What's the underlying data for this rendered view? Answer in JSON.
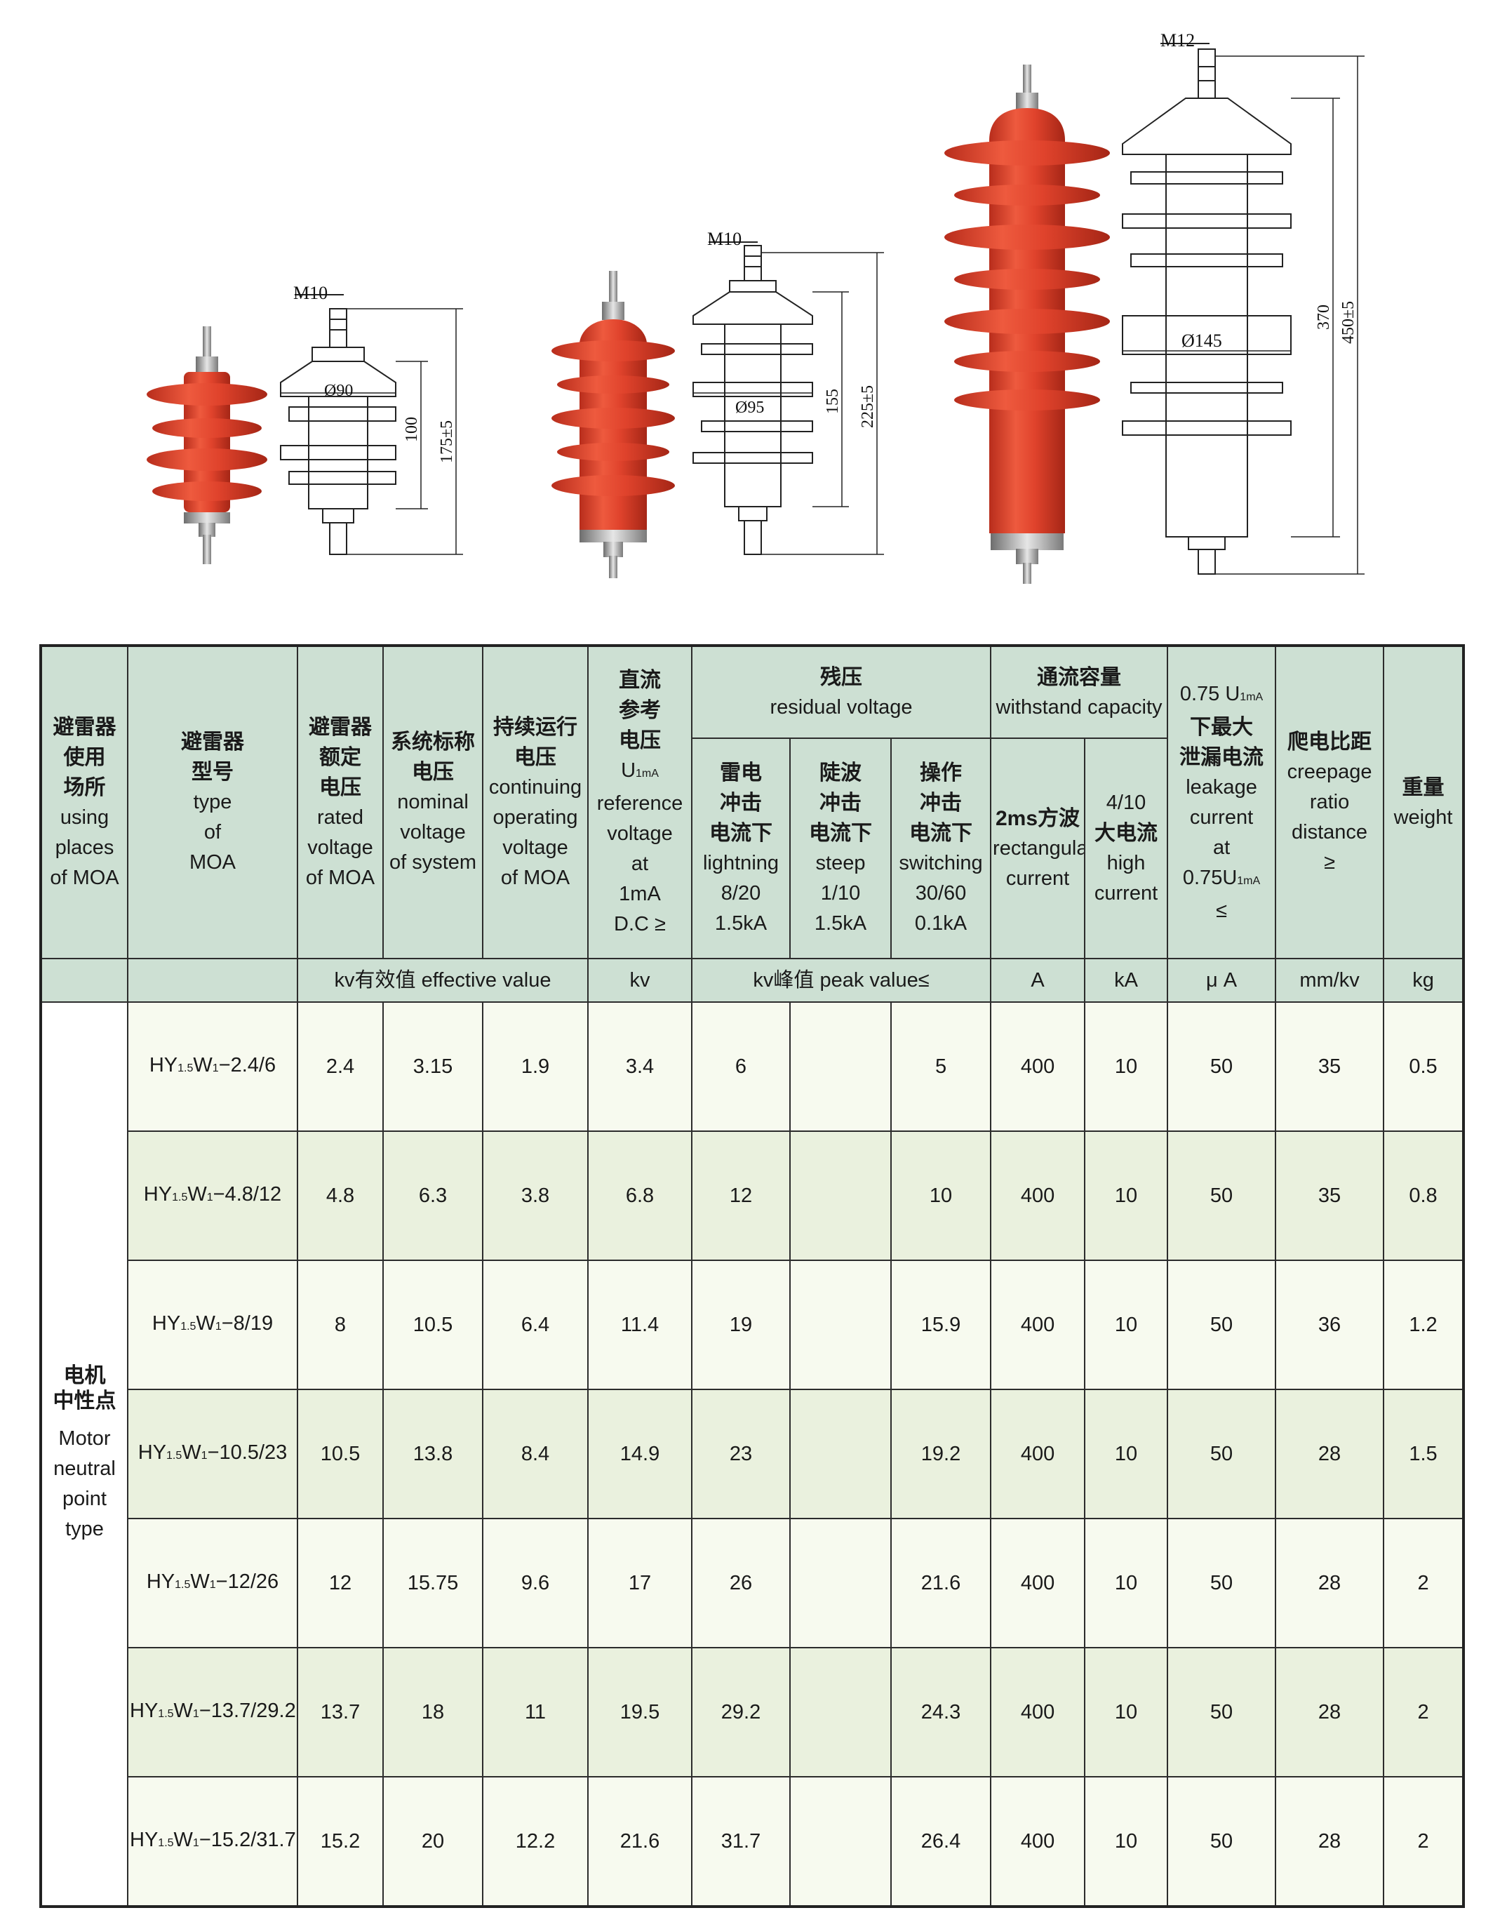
{
  "drawings": [
    {
      "thread": "M10",
      "diameter": "Ø90",
      "shed_height": "100",
      "total_height": "175±5"
    },
    {
      "thread": "M10",
      "diameter": "Ø95",
      "shed_height": "155",
      "total_height": "225±5"
    },
    {
      "thread": "M12",
      "diameter": "Ø145",
      "shed_height": "370",
      "total_height": "450±5"
    }
  ],
  "colors": {
    "arrester_red": "#e0432c",
    "header_bg": "#cde0d3",
    "row_light": "#f7faef",
    "row_dark": "#eaf1de"
  },
  "table": {
    "headers": {
      "place": {
        "cn": "避雷器使用场所",
        "cn_lines": [
          "避雷器",
          "使用",
          "场所"
        ],
        "en_lines": [
          "using",
          "places",
          "of MOA"
        ]
      },
      "type": {
        "cn_lines": [
          "避雷器",
          "型号"
        ],
        "en_lines": [
          "type",
          "of",
          "MOA"
        ]
      },
      "rated": {
        "cn_lines": [
          "避雷器",
          "额定",
          "电压"
        ],
        "en_lines": [
          "rated",
          "voltage",
          "of MOA"
        ]
      },
      "nominal": {
        "cn_lines": [
          "系统标称",
          "电压"
        ],
        "en_lines": [
          "nominal",
          "voltage",
          "of system"
        ]
      },
      "continuing": {
        "cn_lines": [
          "持续运行",
          "电压"
        ],
        "en_lines": [
          "continuing",
          "operating",
          "voltage",
          "of MOA"
        ]
      },
      "dc_ref": {
        "cn_lines": [
          "直流",
          "参考",
          "电压"
        ],
        "en_lines": [
          "U1mA",
          "reference",
          "voltage",
          "at",
          "1mA",
          "D.C ≥"
        ]
      },
      "residual": {
        "cn": "残压",
        "en": "residual voltage"
      },
      "lightning": {
        "cn_lines": [
          "雷电",
          "冲击",
          "电流下"
        ],
        "en_lines": [
          "lightning",
          "8/20",
          "1.5kA"
        ]
      },
      "steep": {
        "cn_lines": [
          "陡波",
          "冲击",
          "电流下"
        ],
        "en_lines": [
          "steep",
          "1/10",
          "1.5kA"
        ]
      },
      "switching": {
        "cn_lines": [
          "操作",
          "冲击",
          "电流下"
        ],
        "en_lines": [
          "switching",
          "30/60",
          "0.1kA"
        ]
      },
      "withstand": {
        "cn": "通流容量",
        "en": "withstand capacity"
      },
      "rect": {
        "cn": "2ms方波",
        "en_lines": [
          "rectangular",
          "current"
        ]
      },
      "high": {
        "en_top": "4/10",
        "cn": "大电流",
        "en_lines": [
          "high",
          "current"
        ]
      },
      "leakage": {
        "top": "0.75 U1mA",
        "cn_lines": [
          "下最大",
          "泄漏电流"
        ],
        "en_lines": [
          "leakage",
          "current",
          "at",
          "0.75U1mA",
          "≤"
        ]
      },
      "creepage": {
        "cn": "爬电比距",
        "en_lines": [
          "creepage",
          "ratio",
          "distance",
          "≥"
        ]
      },
      "weight": {
        "cn": "重量",
        "en": "weight"
      }
    },
    "units": {
      "kv_eff": "kv有效值  effective value",
      "kv": "kv",
      "kv_peak": "kv峰值  peak value≤",
      "a": "A",
      "ka": "kA",
      "ua": "μ A",
      "mmkv": "mm/kv",
      "kg": "kg"
    },
    "place_value": {
      "cn_lines": [
        "电机",
        "中性点"
      ],
      "en_lines": [
        "Motor",
        "neutral",
        "point type"
      ]
    },
    "rows": [
      {
        "type": "HY1.5W1−2.4/6",
        "rated": "2.4",
        "nominal": "3.15",
        "continuing": "1.9",
        "dc": "3.4",
        "lightning": "6",
        "steep": "",
        "switching": "5",
        "rect": "400",
        "high": "10",
        "leak": "50",
        "creep": "35",
        "weight": "0.5"
      },
      {
        "type": "HY1.5W1−4.8/12",
        "rated": "4.8",
        "nominal": "6.3",
        "continuing": "3.8",
        "dc": "6.8",
        "lightning": "12",
        "steep": "",
        "switching": "10",
        "rect": "400",
        "high": "10",
        "leak": "50",
        "creep": "35",
        "weight": "0.8"
      },
      {
        "type": "HY1.5W1−8/19",
        "rated": "8",
        "nominal": "10.5",
        "continuing": "6.4",
        "dc": "11.4",
        "lightning": "19",
        "steep": "",
        "switching": "15.9",
        "rect": "400",
        "high": "10",
        "leak": "50",
        "creep": "36",
        "weight": "1.2"
      },
      {
        "type": "HY1.5W1−10.5/23",
        "rated": "10.5",
        "nominal": "13.8",
        "continuing": "8.4",
        "dc": "14.9",
        "lightning": "23",
        "steep": "",
        "switching": "19.2",
        "rect": "400",
        "high": "10",
        "leak": "50",
        "creep": "28",
        "weight": "1.5"
      },
      {
        "type": "HY1.5W1−12/26",
        "rated": "12",
        "nominal": "15.75",
        "continuing": "9.6",
        "dc": "17",
        "lightning": "26",
        "steep": "",
        "switching": "21.6",
        "rect": "400",
        "high": "10",
        "leak": "50",
        "creep": "28",
        "weight": "2"
      },
      {
        "type": "HY1.5W1−13.7/29.2",
        "rated": "13.7",
        "nominal": "18",
        "continuing": "11",
        "dc": "19.5",
        "lightning": "29.2",
        "steep": "",
        "switching": "24.3",
        "rect": "400",
        "high": "10",
        "leak": "50",
        "creep": "28",
        "weight": "2"
      },
      {
        "type": "HY1.5W1−15.2/31.7",
        "rated": "15.2",
        "nominal": "20",
        "continuing": "12.2",
        "dc": "21.6",
        "lightning": "31.7",
        "steep": "",
        "switching": "26.4",
        "rect": "400",
        "high": "10",
        "leak": "50",
        "creep": "28",
        "weight": "2"
      }
    ]
  }
}
